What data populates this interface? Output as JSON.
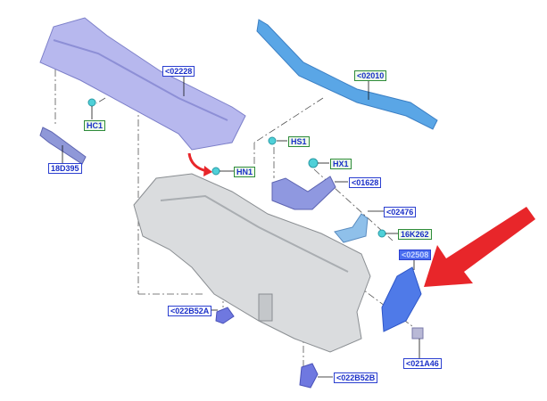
{
  "labels": {
    "p02228": "<02228",
    "p02010": "<02010",
    "hc1": "HC1",
    "p18d395": "18D395",
    "hs1": "HS1",
    "hx1": "HX1",
    "hn1": "HN1",
    "p01628": "<01628",
    "p02476": "<02476",
    "p16k262": "16K262",
    "p02508": "<02508",
    "p021a46": "<021A46",
    "p022b52a": "<022B52A",
    "p022b52b": "<022B52B"
  },
  "colors": {
    "label_blue": "#2b3fd0",
    "label_green": "#2e8b3a",
    "arrow_red": "#e8262a",
    "cowl": "#b7b8ee",
    "rail": "#5aa6e6",
    "dash": "#c8cccf"
  }
}
